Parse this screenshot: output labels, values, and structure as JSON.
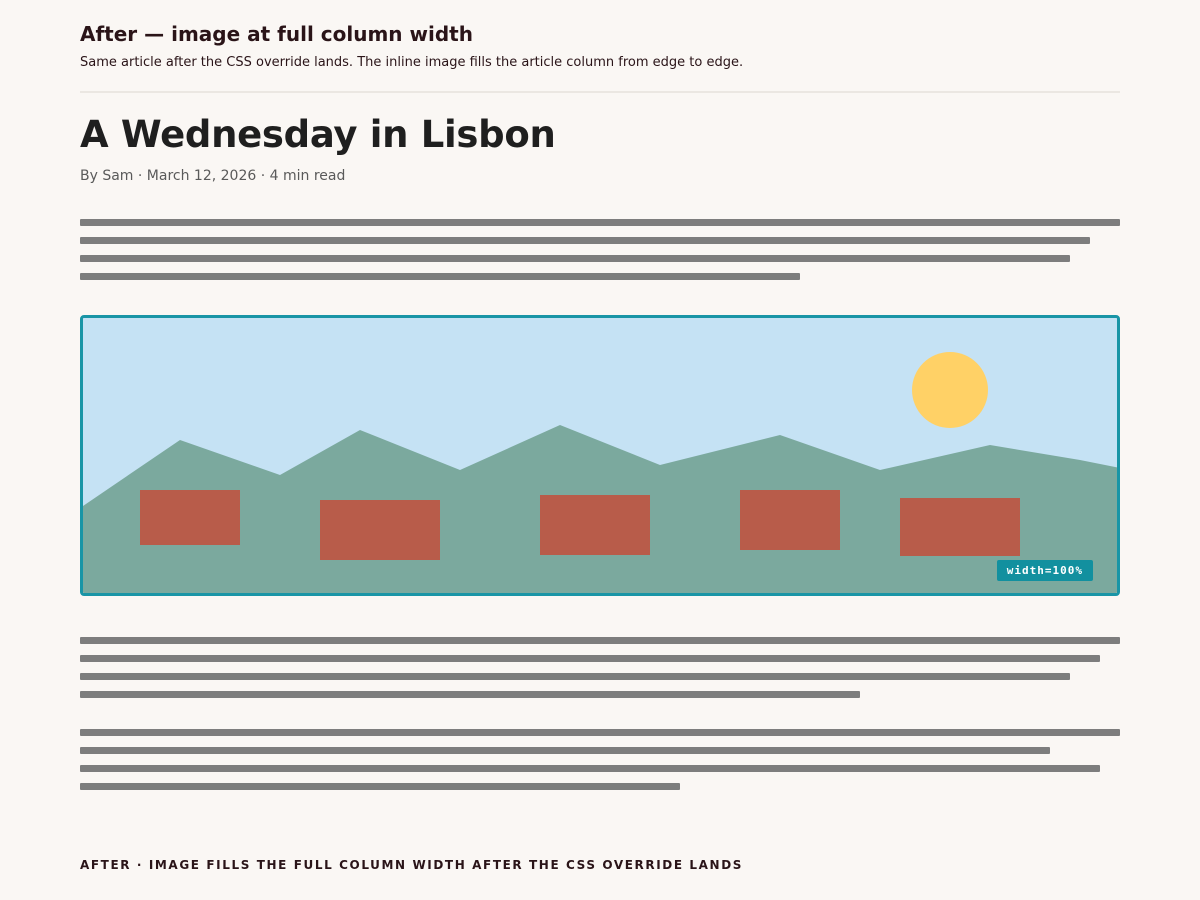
{
  "header": {
    "title": "After — image at full column width",
    "subtitle": "Same article after the CSS override lands. The inline image fills the article column from edge to edge."
  },
  "article": {
    "title": "A Wednesday in Lisbon",
    "byline": "By Sam · March 12, 2026 · 4 min read"
  },
  "figure": {
    "badge": "width=100%",
    "colors": {
      "sky": "#c5e2f4",
      "hills": "#7ba99e",
      "houses": "#b85c4a",
      "sun": "#ffd166",
      "border": "#1995a6"
    }
  },
  "footer": {
    "caption": "AFTER · IMAGE FILLS THE FULL COLUMN WIDTH AFTER THE CSS OVERRIDE LANDS"
  },
  "colors": {
    "background": "#faf7f4",
    "text_lines": "#7d7d7d",
    "badge": "#12909f"
  }
}
